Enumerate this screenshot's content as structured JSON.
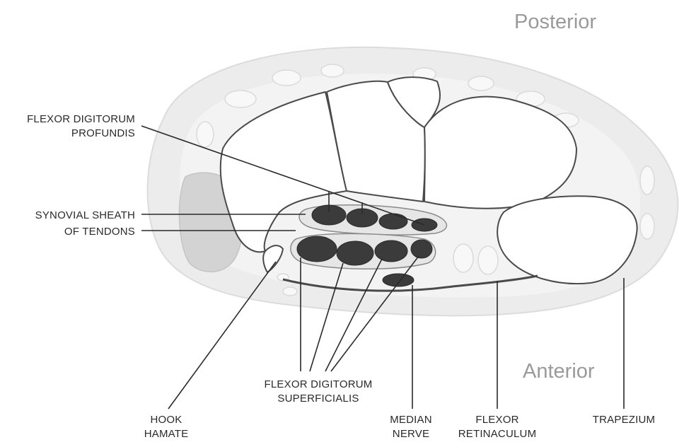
{
  "orientation": {
    "posterior": "Posterior",
    "anterior": "Anterior"
  },
  "labels": {
    "fdp": [
      "FLEXOR DIGITORUM",
      "PROFUNDIS"
    ],
    "synovial": [
      "SYNOVIAL SHEATH",
      "OF TENDONS"
    ],
    "fds": [
      "FLEXOR DIGITORUM",
      "SUPERFICIALIS"
    ],
    "hook_hamate": [
      "HOOK",
      "HAMATE"
    ],
    "median_nerve": [
      "MEDIAN",
      "NERVE"
    ],
    "flexor_retinaculum": [
      "FLEXOR",
      "RETINACULUM"
    ],
    "trapezium": "TRAPEZIUM"
  },
  "colors": {
    "tendon": "#3b3b3b",
    "bone": "#ffffff",
    "outline": "#4a4a4a",
    "tissue": "#ececec",
    "tissue_dark": "#d8d8d8",
    "leader_line": "#2a2a2a"
  }
}
